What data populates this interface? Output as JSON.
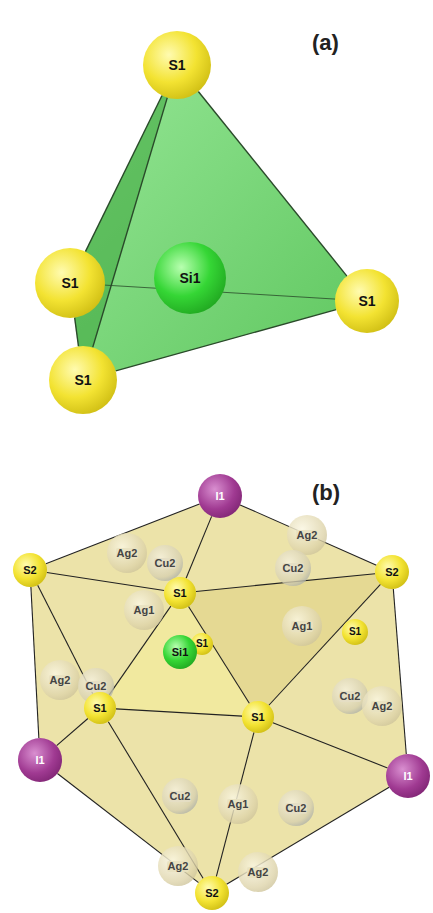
{
  "diagram": {
    "nodes": [
      {
        "text": [
          "S1"
        ]
      },
      {
        "text": [
          "S1"
        ]
      },
      {
        "text": [
          "Si1"
        ]
      },
      {
        "text": [
          "S1"
        ]
      },
      {
        "text": [
          "S1"
        ]
      },
      {
        "text": [
          "I1"
        ]
      },
      {
        "text": [
          "Ag2"
        ]
      },
      {
        "text": [
          "Cu2"
        ]
      },
      {
        "text": [
          "Ag2"
        ]
      },
      {
        "text": [
          "Cu2"
        ]
      },
      {
        "text": [
          "S2"
        ]
      },
      {
        "text": [
          "S2"
        ]
      },
      {
        "text": [
          "S1"
        ]
      },
      {
        "text": [
          "Ag1"
        ]
      },
      {
        "text": [
          "Ag1"
        ]
      },
      {
        "text": [
          "S1"
        ]
      },
      {
        "text": [
          "S1"
        ]
      },
      {
        "text": [
          "Si1"
        ]
      },
      {
        "text": [
          "Ag2"
        ]
      },
      {
        "text": [
          "Cu2"
        ]
      },
      {
        "text": [
          "S1"
        ]
      },
      {
        "text": [
          "S1"
        ]
      },
      {
        "text": [
          "Cu2"
        ]
      },
      {
        "text": [
          "Ag2"
        ]
      },
      {
        "text": [
          "I1"
        ]
      },
      {
        "text": [
          "I1"
        ]
      },
      {
        "text": [
          "Cu2"
        ]
      },
      {
        "text": [
          "Ag1"
        ]
      },
      {
        "text": [
          "Cu2"
        ]
      },
      {
        "text": [
          "Ag2"
        ]
      },
      {
        "text": [
          "Ag2"
        ]
      },
      {
        "text": [
          "S2"
        ]
      }
    ],
    "edges": [
      {
        "from": 0,
        "to": 1,
        "arrow": "none"
      },
      {
        "from": 0,
        "to": 3,
        "arrow": "none"
      },
      {
        "from": 0,
        "to": 4,
        "arrow": "none"
      },
      {
        "from": 1,
        "to": 4,
        "arrow": "none"
      },
      {
        "from": 4,
        "to": 3,
        "arrow": "none"
      },
      {
        "from": 1,
        "to": 3,
        "arrow": "none"
      },
      {
        "from": 5,
        "to": 10,
        "arrow": "none"
      },
      {
        "from": 5,
        "to": 11,
        "arrow": "none"
      },
      {
        "from": 5,
        "to": 12,
        "arrow": "none"
      },
      {
        "from": 10,
        "to": 12,
        "arrow": "none"
      },
      {
        "from": 11,
        "to": 12,
        "arrow": "none"
      },
      {
        "from": 10,
        "to": 20,
        "arrow": "none"
      },
      {
        "from": 10,
        "to": 24,
        "arrow": "none"
      },
      {
        "from": 12,
        "to": 20,
        "arrow": "none"
      },
      {
        "from": 12,
        "to": 21,
        "arrow": "none"
      },
      {
        "from": 20,
        "to": 21,
        "arrow": "none"
      },
      {
        "from": 20,
        "to": 24,
        "arrow": "none"
      },
      {
        "from": 20,
        "to": 31,
        "arrow": "none"
      },
      {
        "from": 21,
        "to": 31,
        "arrow": "none"
      },
      {
        "from": 21,
        "to": 25,
        "arrow": "none"
      },
      {
        "from": 21,
        "to": 11,
        "arrow": "none"
      },
      {
        "from": 11,
        "to": 25,
        "arrow": "none"
      },
      {
        "from": 24,
        "to": 31,
        "arrow": "none"
      },
      {
        "from": 25,
        "to": 31,
        "arrow": "none"
      }
    ],
    "labels": [
      "(a)",
      "(b)"
    ]
  }
}
